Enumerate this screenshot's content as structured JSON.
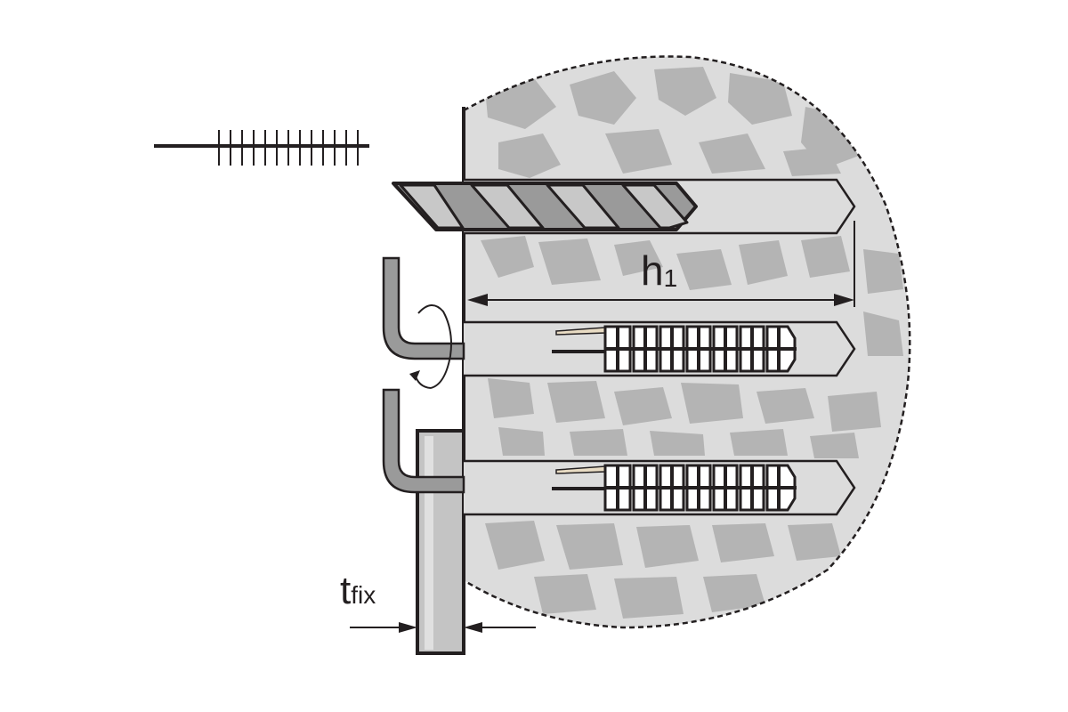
{
  "labels": {
    "drill_depth_main": "h",
    "drill_depth_sub": "1",
    "fixture_thickness_main": "t",
    "fixture_thickness_sub": "fix"
  },
  "colors": {
    "ink": "#231f20",
    "concrete": "#dcdcdc",
    "aggregate": "#b4b4b4",
    "steel": "#9a9a9a",
    "steel_light": "#bdbdbd",
    "plate": "#c4c4c4"
  },
  "icons": {
    "brush": "cleaning-brush-icon",
    "rotation": "rotation-arrow-icon"
  }
}
